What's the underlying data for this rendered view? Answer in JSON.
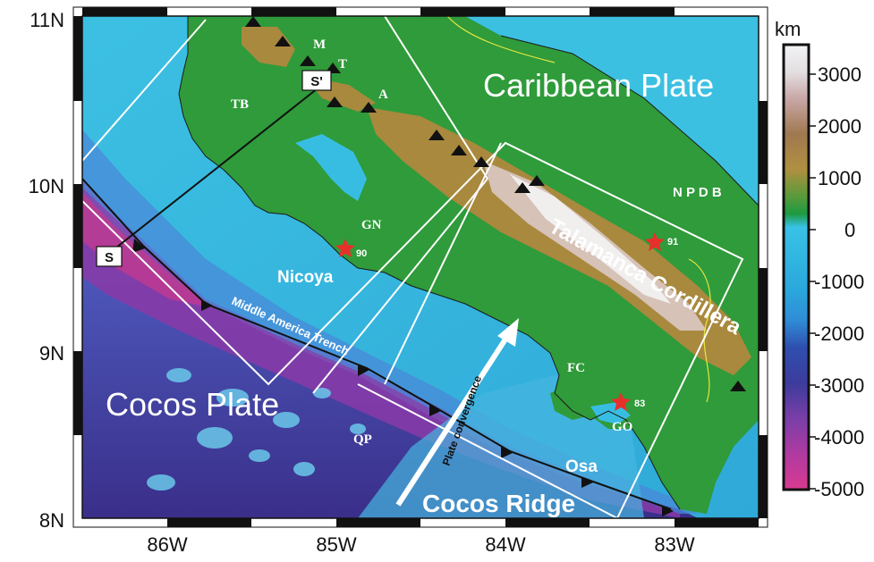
{
  "axes": {
    "x_ticks": [
      "86W",
      "85W",
      "84W",
      "83W"
    ],
    "y_ticks": [
      "11N",
      "10N",
      "9N",
      "8N"
    ]
  },
  "labels": {
    "caribbean_plate": "Caribbean Plate",
    "cocos_plate": "Cocos Plate",
    "cocos_ridge": "Cocos Ridge",
    "talamanca": "Talamanca Cordillera",
    "trench": "Middle America Trench",
    "nicoya": "Nicoya",
    "osa": "Osa",
    "npdb": "N P D B",
    "plate_convergence": "Plate convergence",
    "tb": "TB",
    "m": "M",
    "t": "T",
    "a": "A",
    "gn": "GN",
    "fc": "FC",
    "go": "GO",
    "qp": "QP",
    "s": "S",
    "s_prime": "S'"
  },
  "earthquakes": [
    {
      "label": "90"
    },
    {
      "label": "91"
    },
    {
      "label": "83"
    }
  ],
  "colorbar": {
    "unit": "km",
    "ticks": [
      "3000",
      "2000",
      "1000",
      "0",
      "-1000",
      "-2000",
      "-3000",
      "-4000",
      "-5000"
    ]
  },
  "colors": {
    "ocean_shallow": "#36b8de",
    "ocean_deep": "#4b3e9c",
    "trench": "#c03890",
    "lowland": "#2e9b3a",
    "highland": "#a8893e",
    "peak": "#e8e4e0",
    "earthquake_star": "#e8302a"
  }
}
